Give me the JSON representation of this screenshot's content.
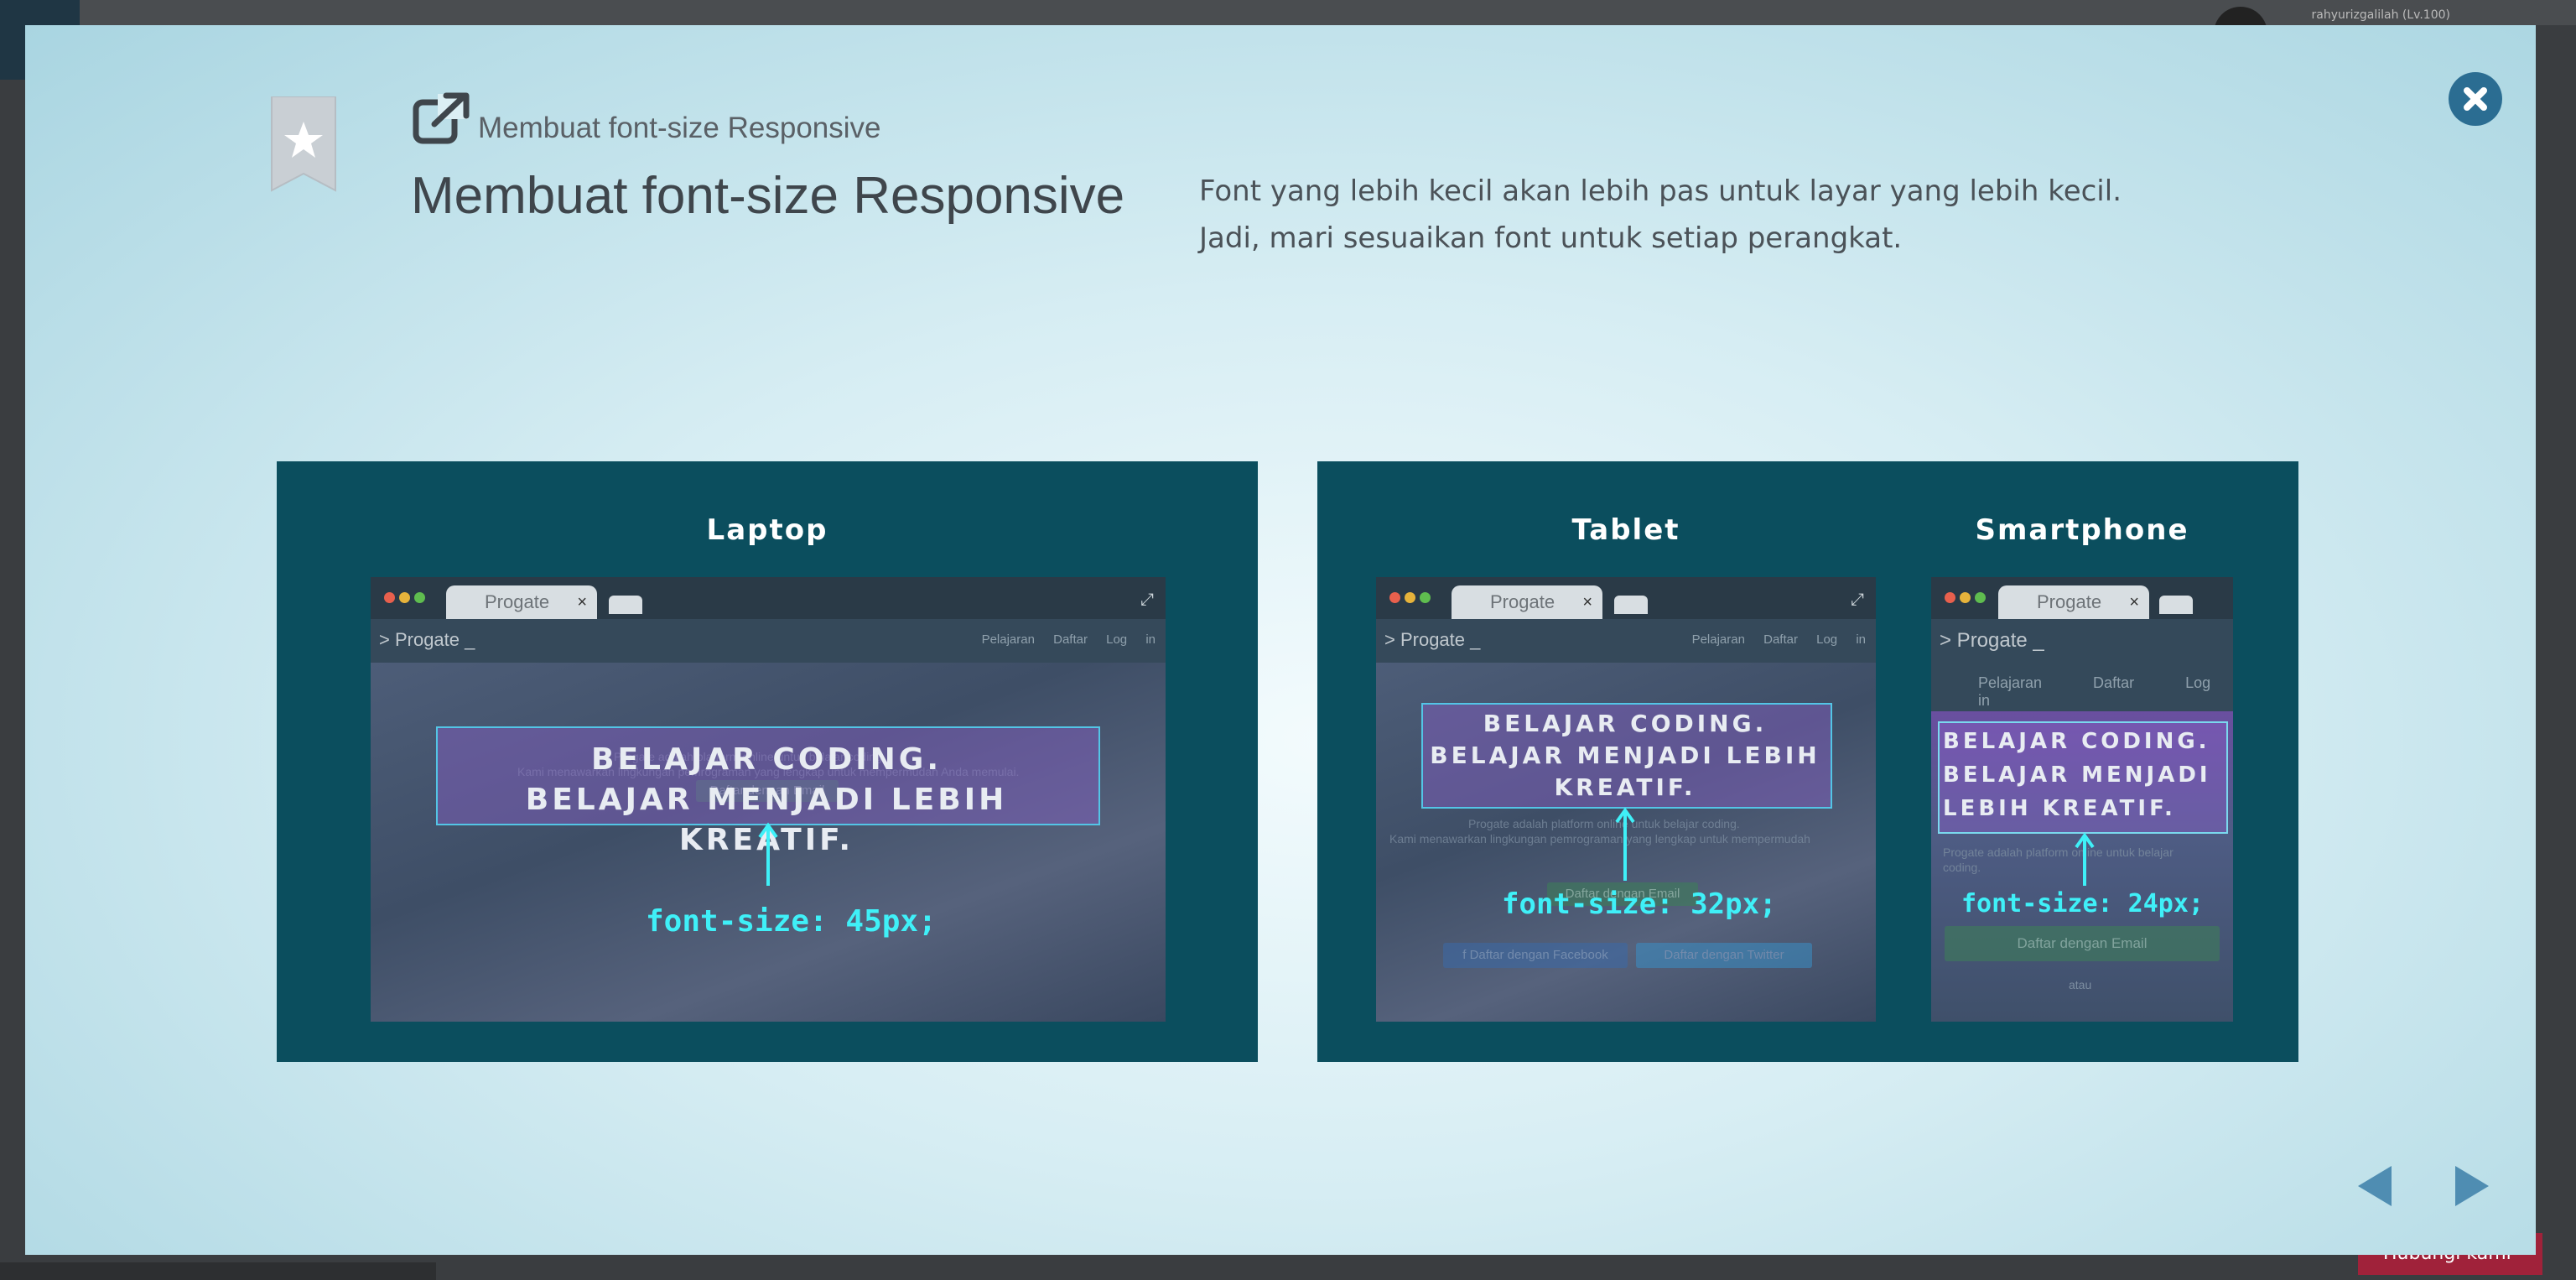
{
  "background": {
    "username": "rahyurizgalilah (Lv.100)",
    "help_label": "Hubungi kami"
  },
  "modal": {
    "subtitle": "Membuat font-size Responsive",
    "title": "Membuat font-size Responsive",
    "description_line1": "Font yang lebih kecil akan lebih pas untuk layar yang lebih kecil.",
    "description_line2": "Jadi, mari sesuaikan font untuk setiap perangkat."
  },
  "devices": {
    "laptop": {
      "label": "Laptop",
      "tab": "Progate",
      "brand": "> Progate _",
      "nav": "Pelajaran Daftar Log in",
      "headline_1": "BELAJAR CODING.",
      "headline_2": "BELAJAR MENJADI LEBIH KREATIF.",
      "font_size": "font-size: 45px;",
      "cta_email": "Daftar dengan Email"
    },
    "tablet": {
      "label": "Tablet",
      "tab": "Progate",
      "brand": "> Progate _",
      "nav": "Pelajaran Daftar Log in",
      "headline_1": "BELAJAR CODING.",
      "headline_2": "BELAJAR MENJADI LEBIH",
      "headline_3": "KREATIF.",
      "body_1": "Progate adalah platform online untuk belajar coding.",
      "body_2": "Kami menawarkan lingkungan pemrograman yang lengkap untuk mempermudah",
      "font_size": "font-size: 32px;",
      "cta_email": "Daftar dengan Email",
      "cta_fb": "f  Daftar dengan Facebook",
      "cta_tw": "Daftar dengan Twitter"
    },
    "smartphone": {
      "label": "Smartphone",
      "tab": "Progate",
      "brand": "> Progate _",
      "nav": "Pelajaran Daftar Log in",
      "headline_1": "BELAJAR CODING.",
      "headline_2": "BELAJAR MENJADI",
      "headline_3": "LEBIH KREATIF.",
      "body_1": "Progate adalah platform online untuk belajar",
      "body_2": "coding.",
      "font_size": "font-size: 24px;",
      "cta_email": "Daftar dengan Email",
      "cta_or": "atau"
    }
  },
  "colors": {
    "panel": "#0b4e5e",
    "accent_cyan": "#3ff0f8",
    "close_button": "#2b6d92",
    "nav_arrow": "#4f8db2"
  }
}
